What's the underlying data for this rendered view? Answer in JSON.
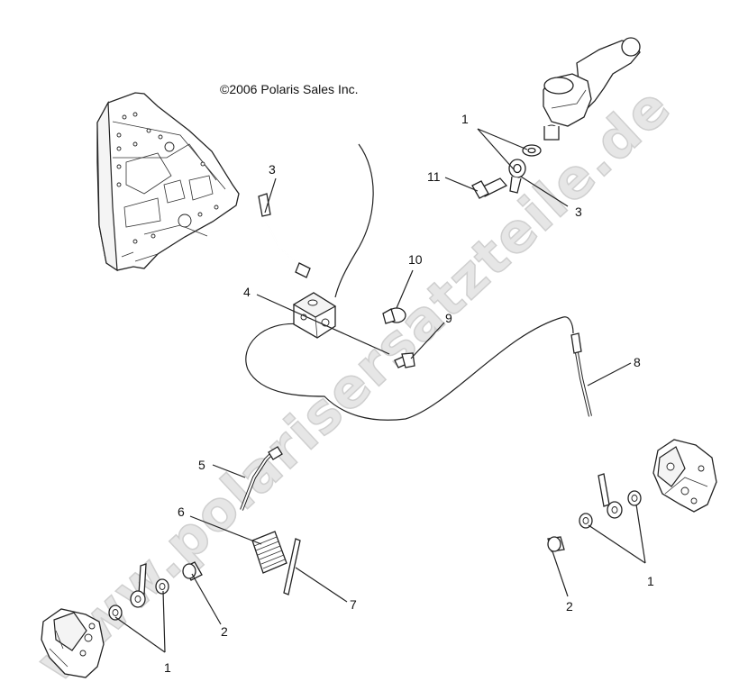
{
  "copyright": "©2006 Polaris Sales Inc.",
  "watermark": "www.polarisersatzteile.de",
  "callouts": {
    "c1_top": "1",
    "c3_right": "3",
    "c11": "11",
    "c3_left": "3",
    "c4": "4",
    "c10": "10",
    "c9": "9",
    "c8": "8",
    "c5": "5",
    "c6": "6",
    "c7": "7",
    "c2_left": "2",
    "c1_left": "1",
    "c2_right": "2",
    "c1_right": "1"
  }
}
